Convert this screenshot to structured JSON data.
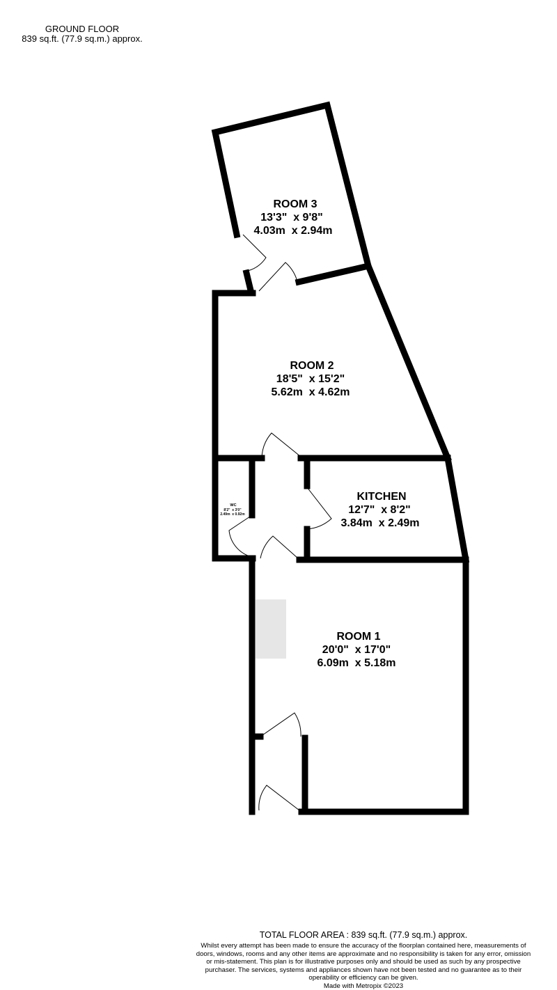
{
  "header": {
    "floor_name": "GROUND FLOOR",
    "floor_area": "839 sq.ft. (77.9 sq.m.) approx."
  },
  "rooms": {
    "room3": {
      "name": "ROOM 3",
      "imperial": "13'3\"  x 9'8\"",
      "metric": "4.03m  x 2.94m"
    },
    "room2": {
      "name": "ROOM 2",
      "imperial": "18'5\"  x 15'2\"",
      "metric": "5.62m  x 4.62m"
    },
    "kitchen": {
      "name": "KITCHEN",
      "imperial": "12'7\"  x 8'2\"",
      "metric": "3.84m  x 2.49m"
    },
    "wc": {
      "name": "WC",
      "imperial": "8'2\"  x 3'0\"",
      "metric": "2.49m  x 0.92m"
    },
    "room1": {
      "name": "ROOM 1",
      "imperial": "20'0\"  x 17'0\"",
      "metric": "6.09m  x 5.18m"
    }
  },
  "footer": {
    "total_area": "TOTAL FLOOR AREA : 839 sq.ft. (77.9 sq.m.) approx.",
    "disclaimer": "Whilst every attempt has been made to ensure the accuracy of the floorplan contained here, measurements of doors, windows, rooms and any other items are approximate and no responsibility is taken for any error, omission or mis-statement. This plan is for illustrative purposes only and should be used as such by any prospective purchaser. The services, systems and appliances shown have not been tested and no guarantee as to their operability or efficiency can be given.",
    "credit": "Made with Metropix ©2023"
  },
  "colors": {
    "wall": "#000000",
    "background": "#ffffff",
    "fixture": "#e6e6e6"
  }
}
